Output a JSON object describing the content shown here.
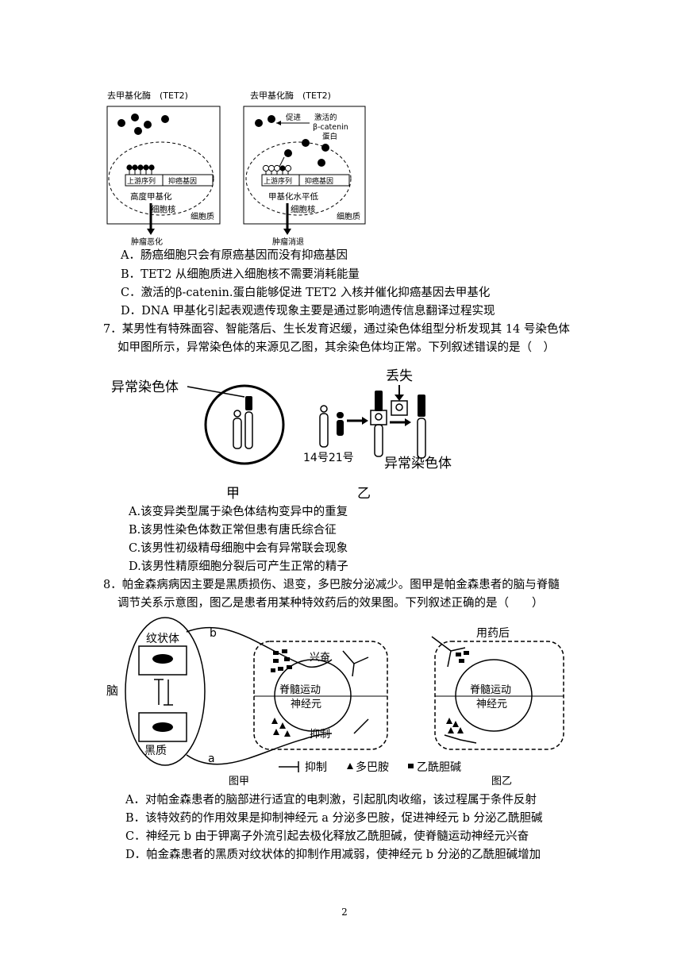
{
  "fig6": {
    "left_enzyme": "去甲基化酶　(TET2)",
    "right_enzyme": "去甲基化酶　(TET2)",
    "promote": "促进",
    "activated_1": "激活的",
    "activated_2": "β-catenin",
    "activated_3": "蛋白",
    "upstream": "上游序列",
    "suppressor": "抑癌基因",
    "high_methyl": "高度甲基化",
    "low_methyl": "甲基化水平低",
    "nucleus": "细胞核",
    "cytoplasm": "细胞质",
    "tumor_worse": "肿瘤恶化",
    "tumor_regress": "肿瘤消退"
  },
  "q6_options": [
    "A．肠癌细胞只会有原癌基因而没有抑癌基因",
    "B．TET2 从细胞质进入细胞核不需要消耗能量",
    "C．激活的β-catenin.蛋白能够促进 TET2 入核并催化抑癌基因去甲基化",
    "D．DNA 甲基化引起表观遗传现象主要是通过影响遗传信息翻译过程实现"
  ],
  "q7": {
    "stem_1": "7．某男性有特殊面容、智能落后、生长发育迟缓，通过染色体组型分析发现其 14 号染色体",
    "stem_2": "如甲图所示，异常染色体的来源见乙图，其余染色体均正常。下列叙述错误的是（　）",
    "fig": {
      "abnormal": "异常染色体",
      "lost": "丢失",
      "chr14_21": "14号21号",
      "abnormal2": "异常染色体",
      "jia": "甲",
      "yi": "乙"
    },
    "options": [
      "A.该变异类型属于染色体结构变异中的重复",
      "B.该男性染色体数正常但患有唐氏综合征",
      "C.该男性初级精母细胞中会有异常联会现象",
      "D.该男性精原细胞分裂后可产生正常的精子"
    ]
  },
  "q8": {
    "stem_1": "8．帕金森病病因主要是黑质损伤、退变，多巴胺分泌减少。图甲是帕金森患者的脑与脊髓",
    "stem_2": "调节关系示意图，图乙是患者用某种特效药后的效果图。下列叙述正确的是（　　）",
    "fig": {
      "striatum": "纹状体",
      "b": "b",
      "brain": "脑",
      "substantia": "黑质",
      "a": "a",
      "excite": "兴奋",
      "inhibit": "抑制",
      "motor_1": "脊髓运动",
      "motor_2": "神经元",
      "after": "用药后",
      "motor_3": "脊髓运动",
      "motor_4": "神经元",
      "fig_jia": "图甲",
      "fig_yi": "图乙",
      "legend_inhibit": "抑制",
      "legend_dopamine": "多巴胺",
      "legend_ach": "乙酰胆碱"
    },
    "options": [
      "A．对帕金森患者的脑部进行适宜的电刺激，引起肌肉收缩，该过程属于条件反射",
      "B．该特效药的作用效果是抑制神经元 a 分泌多巴胺，促进神经元 b 分泌乙酰胆碱",
      "C．神经元 b 由于钾离子外流引起去极化释放乙酰胆碱，使脊髓运动神经元兴奋",
      "D．帕金森患者的黑质对纹状体的抑制作用减弱，使神经元 b 分泌的乙酰胆碱增加"
    ]
  },
  "page_number": "2"
}
